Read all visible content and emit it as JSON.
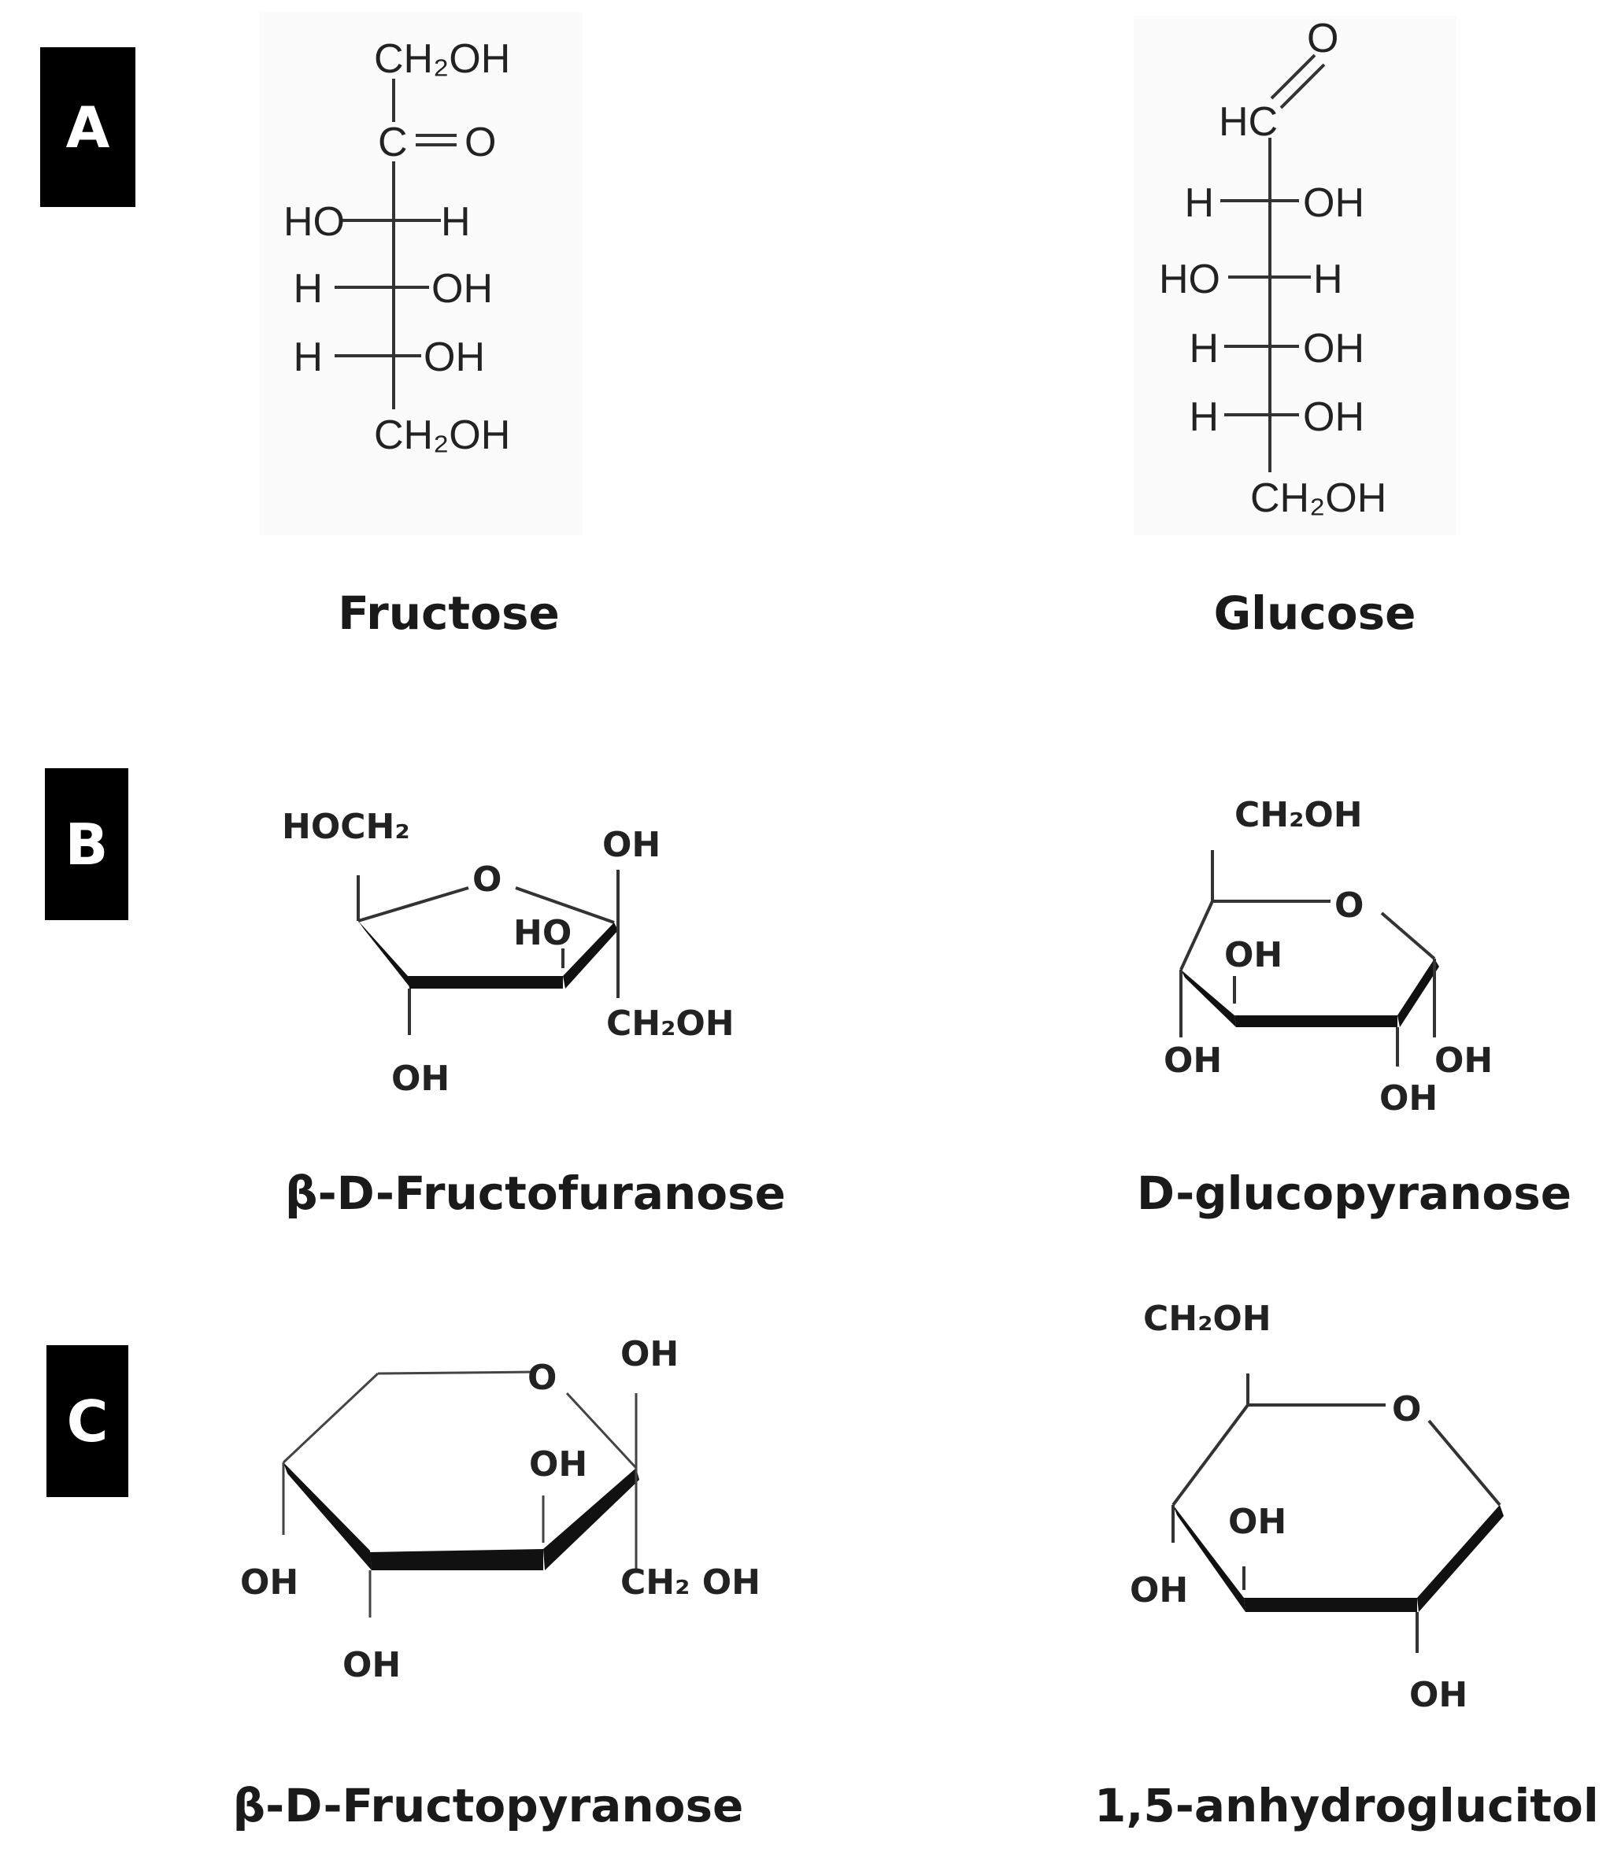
{
  "panels": {
    "a": {
      "label": "A",
      "left_name": "Fructose",
      "right_name": "Glucose"
    },
    "b": {
      "label": "B",
      "left_name": "β-D-Fructofuranose",
      "right_name": "D-glucopyranose"
    },
    "c": {
      "label": "C",
      "left_name": "β-D-Fructopyranose",
      "right_name": "1,5-anhydroglucitol"
    }
  },
  "fructose": {
    "top": "CH₂OH",
    "carbonyl_c": "C",
    "carbonyl_o": "O",
    "rows": [
      {
        "left": "HO",
        "right": "H"
      },
      {
        "left": "H",
        "right": "OH"
      },
      {
        "left": "H",
        "right": "OH"
      }
    ],
    "bottom": "CH₂OH"
  },
  "glucose": {
    "aldehyde_o": "O",
    "aldehyde_c": "HC",
    "rows": [
      {
        "left": "H",
        "right": "OH"
      },
      {
        "left": "HO",
        "right": "H"
      },
      {
        "left": "H",
        "right": "OH"
      },
      {
        "left": "H",
        "right": "OH"
      }
    ],
    "bottom": "CH₂OH"
  },
  "fructofuranose": {
    "hoch2": "HOCH₂",
    "o": "O",
    "oh_top": "OH",
    "ho_inner": "HO",
    "ch2oh": "CH₂OH",
    "oh_bottom": "OH"
  },
  "glucopyranose": {
    "ch2oh": "CH₂OH",
    "o": "O",
    "oh_inner": "OH",
    "oh_left": "OH",
    "oh_right": "OH",
    "oh_bottom": "OH"
  },
  "fructopyranose": {
    "o": "O",
    "oh_top": "OH",
    "oh_inner": "OH",
    "oh_left": "OH",
    "oh_bottom": "OH",
    "ch2oh": "CH₂ OH"
  },
  "anhydroglucitol": {
    "ch2oh": "CH₂OH",
    "o": "O",
    "oh_inner": "OH",
    "oh_left": "OH",
    "oh_bottom": "OH"
  }
}
